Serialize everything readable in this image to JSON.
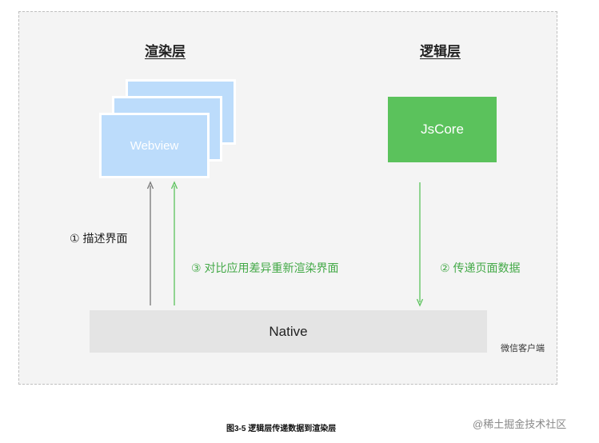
{
  "render_layer": {
    "title": "渲染层",
    "webview_label": "Webview"
  },
  "logic_layer": {
    "title": "逻辑层",
    "jscore_label": "JsCore"
  },
  "native": {
    "label": "Native",
    "client_label": "微信客户端"
  },
  "steps": {
    "describe": "① 描述界面",
    "transfer": "② 传递页面数据",
    "rerender": "③ 对比应用差异重新渲染界面"
  },
  "caption": "图3-5 逻辑层传递数据到渲染层",
  "watermark": "@稀土掘金技术社区",
  "colors": {
    "webview": "#bcdcfb",
    "jscore": "#5bc25c",
    "native": "#e4e4e4",
    "arrow_gray": "#777777",
    "arrow_green": "#5bc25c"
  }
}
